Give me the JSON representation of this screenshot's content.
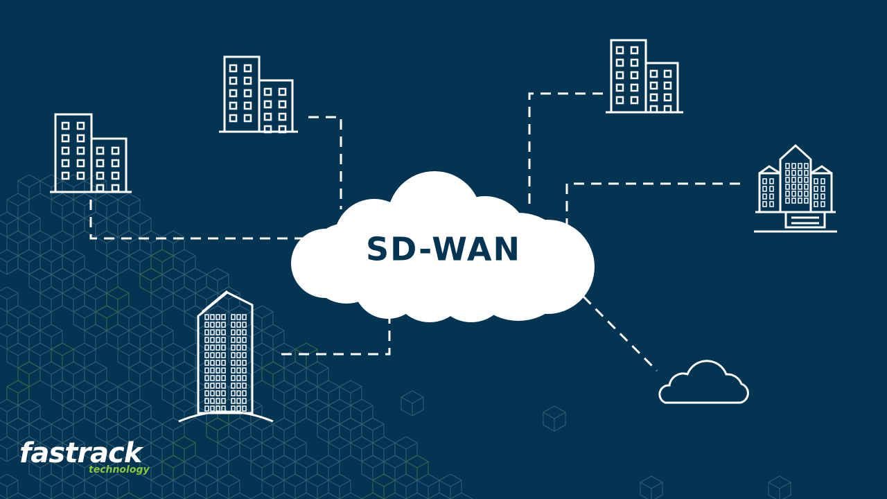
{
  "diagram": {
    "hub_label": "SD-WAN"
  },
  "brand": {
    "name": "fastrack",
    "tagline": "technology"
  },
  "colors": {
    "background": "#033452",
    "line": "#ffffff",
    "cloud_text": "#033452",
    "pattern": "#5b7c92",
    "pattern_accent": "#6b8f4a",
    "brand_accent": "#8cc63f"
  },
  "icons": [
    "office-building-icon",
    "office-building-icon",
    "office-building-icon",
    "corporate-building-icon",
    "skyscraper-icon",
    "cloud-icon"
  ]
}
